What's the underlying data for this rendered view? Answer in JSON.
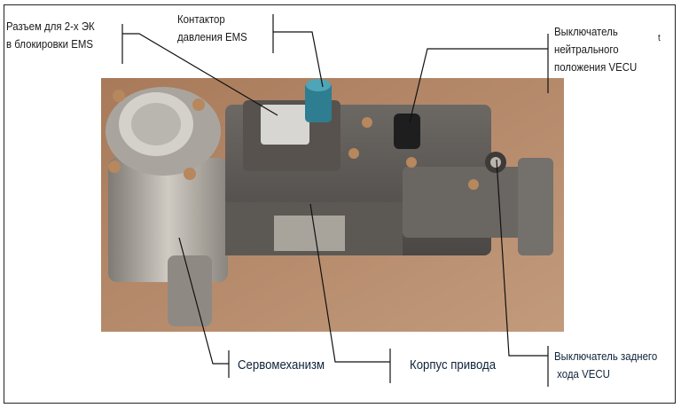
{
  "labels": {
    "connector": "Разъем для 2-х ЭК\nв блокировки EMS",
    "pressure": "Контактор\nдавления EMS",
    "neutral": "Выключатель\nнейтрального\nположения VECU",
    "stray": "t",
    "servo": "Сервомеханизм",
    "housing": "Корпус привода",
    "reverse": "Выключатель заднего\n ходa VECU"
  },
  "colors": {
    "photo_bg": "#a27658",
    "metal": "#b8b4ac",
    "line": "#111111"
  }
}
